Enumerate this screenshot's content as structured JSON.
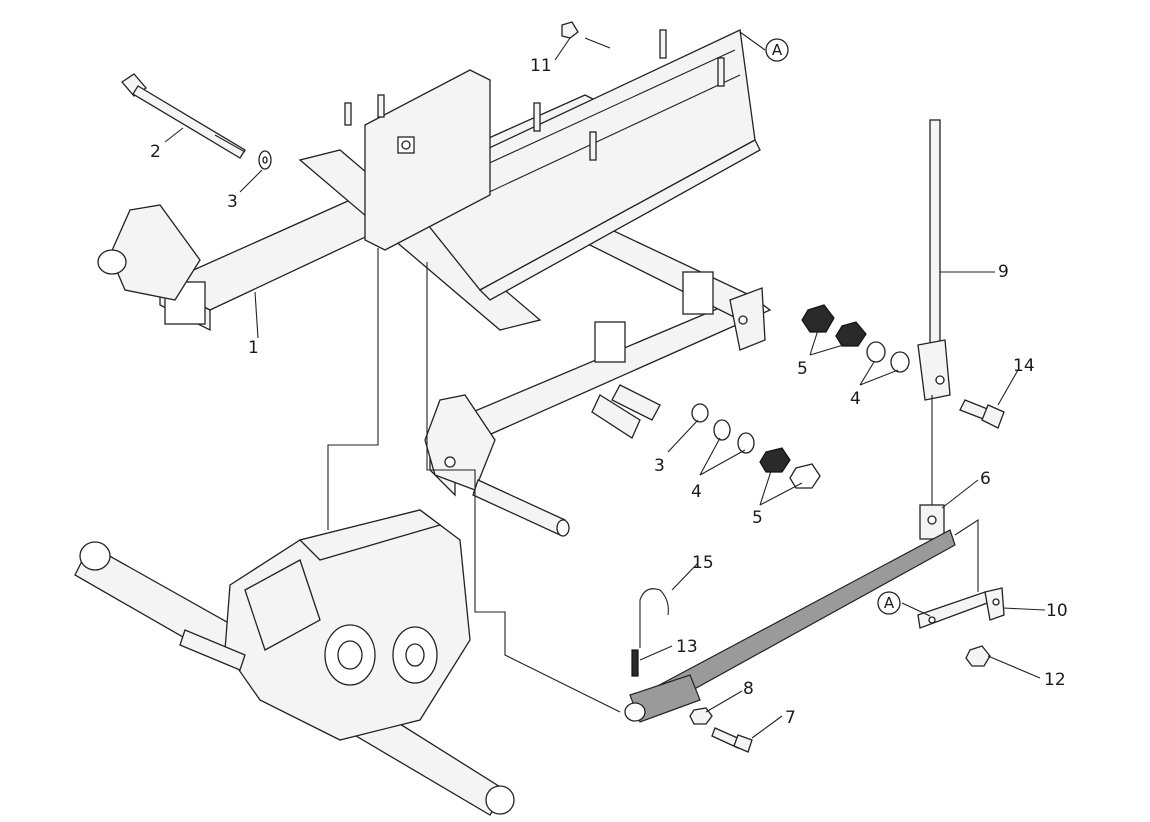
{
  "callouts": [
    {
      "id": "1",
      "label": "1"
    },
    {
      "id": "2",
      "label": "2"
    },
    {
      "id": "3a",
      "label": "3"
    },
    {
      "id": "3b",
      "label": "3"
    },
    {
      "id": "4a",
      "label": "4"
    },
    {
      "id": "4b",
      "label": "4"
    },
    {
      "id": "5a",
      "label": "5"
    },
    {
      "id": "5b",
      "label": "5"
    },
    {
      "id": "6",
      "label": "6"
    },
    {
      "id": "7",
      "label": "7"
    },
    {
      "id": "8",
      "label": "8"
    },
    {
      "id": "9",
      "label": "9"
    },
    {
      "id": "10",
      "label": "10"
    },
    {
      "id": "11",
      "label": "11"
    },
    {
      "id": "12",
      "label": "12"
    },
    {
      "id": "13",
      "label": "13"
    },
    {
      "id": "14",
      "label": "14"
    },
    {
      "id": "15",
      "label": "15"
    }
  ],
  "references": [
    {
      "id": "A-top",
      "label": "A"
    },
    {
      "id": "A-bracket",
      "label": "A"
    }
  ]
}
